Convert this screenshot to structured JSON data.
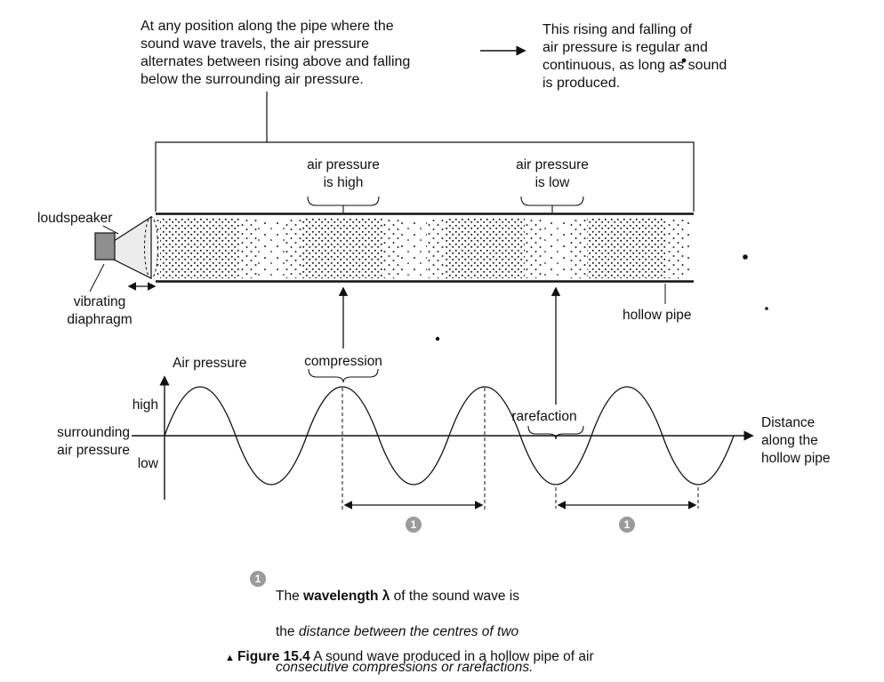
{
  "intro": {
    "left": "At any position along the pipe where the\nsound wave travels, the air pressure\nalternates between rising above and falling\nbelow the surrounding air pressure.",
    "right": "This rising and falling of\nair pressure is regular and\ncontinuous, as long as sound\nis produced."
  },
  "pipe_section": {
    "air_pressure_high": "air pressure\nis high",
    "air_pressure_low": "air pressure\nis low",
    "loudspeaker": "loudspeaker",
    "vibrating_diaphragm": "vibrating\ndiaphragm",
    "hollow_pipe": "hollow pipe"
  },
  "graph": {
    "y_axis": "Air pressure",
    "x_axis": "Distance\nalong the\nhollow pipe",
    "high": "high",
    "low": "low",
    "surrounding": "surrounding\nair pressure",
    "compression": "compression",
    "rarefaction": "rarefaction",
    "wavelength_marker": "1"
  },
  "note": {
    "badge": "1",
    "line1_pre": "The ",
    "line1_bold": "wavelength λ",
    "line1_post": " of the sound wave is",
    "line2_pre": "the ",
    "line2_italic": "distance between the centres of two",
    "line3_italic": "consecutive compressions or rarefactions."
  },
  "caption": {
    "marker": "▲ ",
    "label": "Figure 15.4",
    "text": "  A sound wave produced in a hollow pipe of air"
  },
  "colors": {
    "ink": "#111111",
    "badge_gray": "#9b9b9b"
  }
}
